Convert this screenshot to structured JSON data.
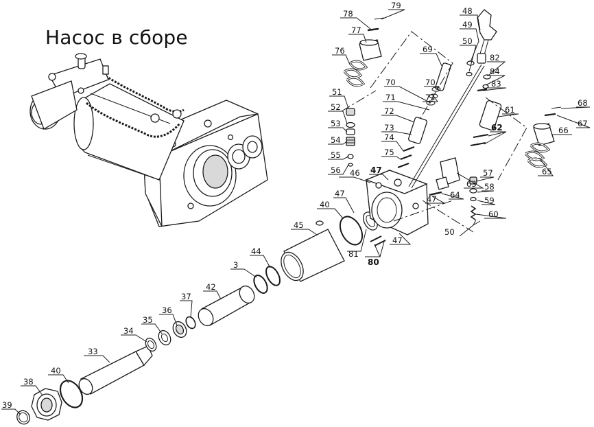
{
  "title": "Насос в сборе",
  "callouts": {
    "c33": "33",
    "c34": "34",
    "c35": "35",
    "c36": "36",
    "c37": "37",
    "c38": "38",
    "c39": "39",
    "c40a": "40",
    "c40b": "40",
    "c3": "3",
    "c42": "42",
    "c44": "44",
    "c45": "45",
    "c46": "46",
    "c47a": "47",
    "c47b": "47",
    "c47c": "47",
    "c47d": "47",
    "c48": "48",
    "c49": "49",
    "c50a": "50",
    "c50b": "50",
    "c51": "51",
    "c52": "52",
    "c53": "53",
    "c54": "54",
    "c55": "55",
    "c56": "56",
    "c57": "57",
    "c58": "58",
    "c59": "59",
    "c60": "60",
    "c61": "61",
    "c62": "62",
    "c63": "63",
    "c64": "64",
    "c65": "65",
    "c66": "66",
    "c67": "67",
    "c68": "68",
    "c69": "69",
    "c70a": "70",
    "c70b": "70",
    "c71a": "71",
    "c71b": "71",
    "c72": "72",
    "c73": "73",
    "c74": "74",
    "c75": "75",
    "c76": "76",
    "c77": "77",
    "c78": "78",
    "c79": "79",
    "c80": "80",
    "c81": "81",
    "c82": "82",
    "c83": "83",
    "c84": "84"
  }
}
